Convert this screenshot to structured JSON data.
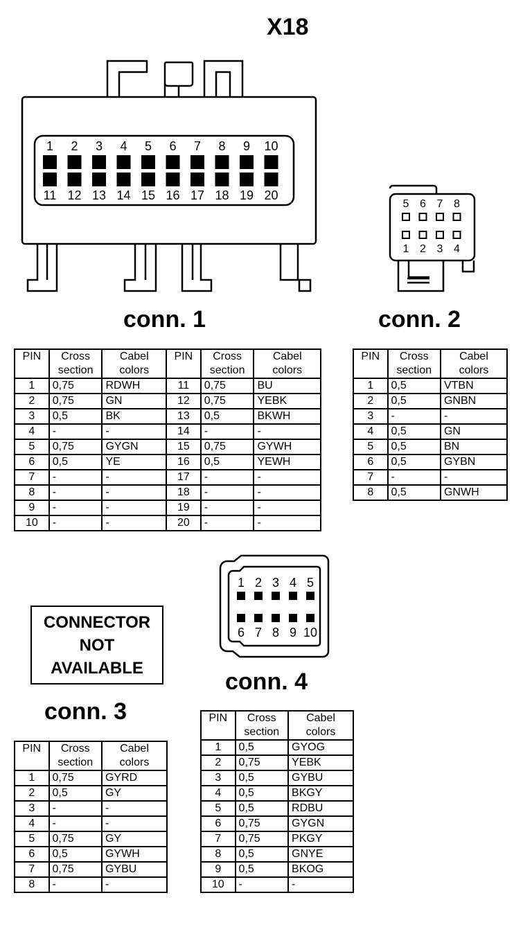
{
  "title": "X18",
  "connectors": {
    "conn1": {
      "label": "conn. 1",
      "pins_top": [
        "1",
        "2",
        "3",
        "4",
        "5",
        "6",
        "7",
        "8",
        "9",
        "10"
      ],
      "pins_bottom": [
        "11",
        "12",
        "13",
        "14",
        "15",
        "16",
        "17",
        "18",
        "19",
        "20"
      ]
    },
    "conn2": {
      "label": "conn. 2",
      "pins_top": [
        "5",
        "6",
        "7",
        "8"
      ],
      "pins_bottom": [
        "1",
        "2",
        "3",
        "4"
      ]
    },
    "conn3": {
      "label": "conn. 3",
      "not_available": [
        "CONNECTOR",
        "NOT",
        "AVAILABLE"
      ]
    },
    "conn4": {
      "label": "conn. 4",
      "pins_top": [
        "1",
        "2",
        "3",
        "4",
        "5"
      ],
      "pins_bottom": [
        "6",
        "7",
        "8",
        "9",
        "10"
      ]
    }
  },
  "headers": {
    "pin": "PIN",
    "cross": [
      "Cross",
      "section"
    ],
    "cabel": [
      "Cabel",
      "colors"
    ]
  },
  "table1_left": [
    [
      "1",
      "0,75",
      "RDWH"
    ],
    [
      "2",
      "0,75",
      "GN"
    ],
    [
      "3",
      "0,5",
      "BK"
    ],
    [
      "4",
      "-",
      "-"
    ],
    [
      "5",
      "0,75",
      "GYGN"
    ],
    [
      "6",
      "0,5",
      "YE"
    ],
    [
      "7",
      "-",
      "-"
    ],
    [
      "8",
      "-",
      "-"
    ],
    [
      "9",
      "-",
      "-"
    ],
    [
      "10",
      "-",
      "-"
    ]
  ],
  "table1_right": [
    [
      "11",
      "0,75",
      "BU"
    ],
    [
      "12",
      "0,75",
      "YEBK"
    ],
    [
      "13",
      "0,5",
      "BKWH"
    ],
    [
      "14",
      "-",
      "-"
    ],
    [
      "15",
      "0,75",
      "GYWH"
    ],
    [
      "16",
      "0,5",
      "YEWH"
    ],
    [
      "17",
      "-",
      "-"
    ],
    [
      "18",
      "-",
      "-"
    ],
    [
      "19",
      "-",
      "-"
    ],
    [
      "20",
      "-",
      "-"
    ]
  ],
  "table2": [
    [
      "1",
      "0,5",
      "VTBN"
    ],
    [
      "2",
      "0,5",
      "GNBN"
    ],
    [
      "3",
      "-",
      "-"
    ],
    [
      "4",
      "0,5",
      "GN"
    ],
    [
      "5",
      "0,5",
      "BN"
    ],
    [
      "6",
      "0,5",
      "GYBN"
    ],
    [
      "7",
      "-",
      "-"
    ],
    [
      "8",
      "0,5",
      "GNWH"
    ]
  ],
  "table3": [
    [
      "1",
      "0,75",
      "GYRD"
    ],
    [
      "2",
      "0,5",
      "GY"
    ],
    [
      "3",
      "-",
      "-"
    ],
    [
      "4",
      "-",
      "-"
    ],
    [
      "5",
      "0,75",
      "GY"
    ],
    [
      "6",
      "0,5",
      "GYWH"
    ],
    [
      "7",
      "0,75",
      "GYBU"
    ],
    [
      "8",
      "-",
      "-"
    ]
  ],
  "table4": [
    [
      "1",
      "0,5",
      "GYOG"
    ],
    [
      "2",
      "0,75",
      "YEBK"
    ],
    [
      "3",
      "0,5",
      "GYBU"
    ],
    [
      "4",
      "0,5",
      "BKGY"
    ],
    [
      "5",
      "0,5",
      "RDBU"
    ],
    [
      "6",
      "0,75",
      "GYGN"
    ],
    [
      "7",
      "0,75",
      "PKGY"
    ],
    [
      "8",
      "0,5",
      "GNYE"
    ],
    [
      "9",
      "0,5",
      "BKOG"
    ],
    [
      "10",
      "-",
      "-"
    ]
  ]
}
